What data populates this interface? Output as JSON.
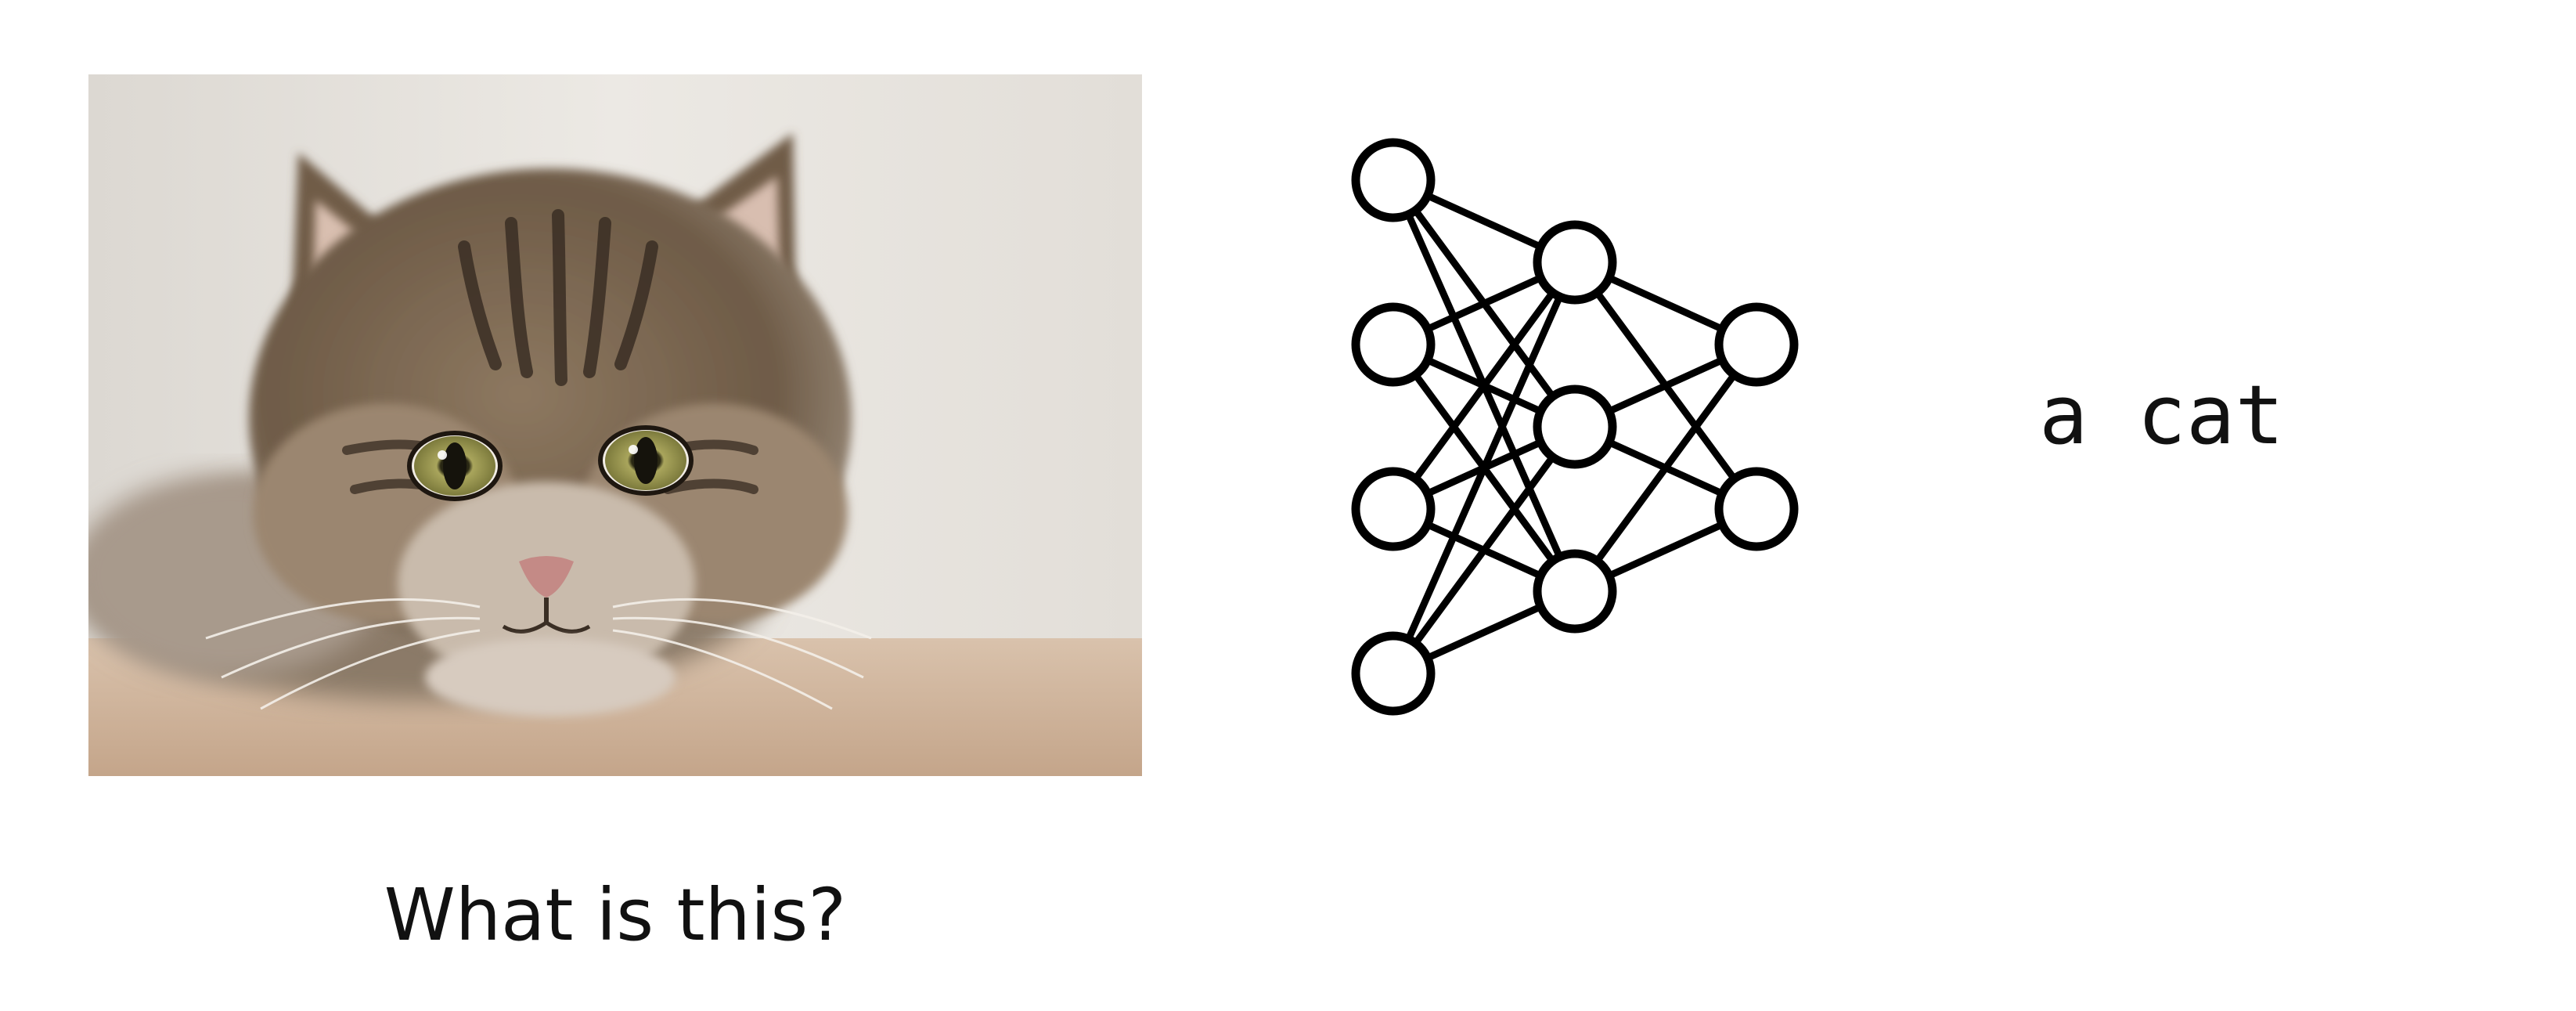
{
  "input_photo": {
    "subject": "cat",
    "colors": {
      "background": "#e6e2dc",
      "floor": "#c8a88c",
      "fur": "#7a6650",
      "stripes": "#3a2e24",
      "eyes": "#9c9a52",
      "nose": "#c48a86"
    }
  },
  "question": "What is this?",
  "network": {
    "layers": [
      4,
      3,
      2
    ],
    "stroke_color": "#000000",
    "fill_color": "#ffffff"
  },
  "output": {
    "text": "a cat"
  }
}
